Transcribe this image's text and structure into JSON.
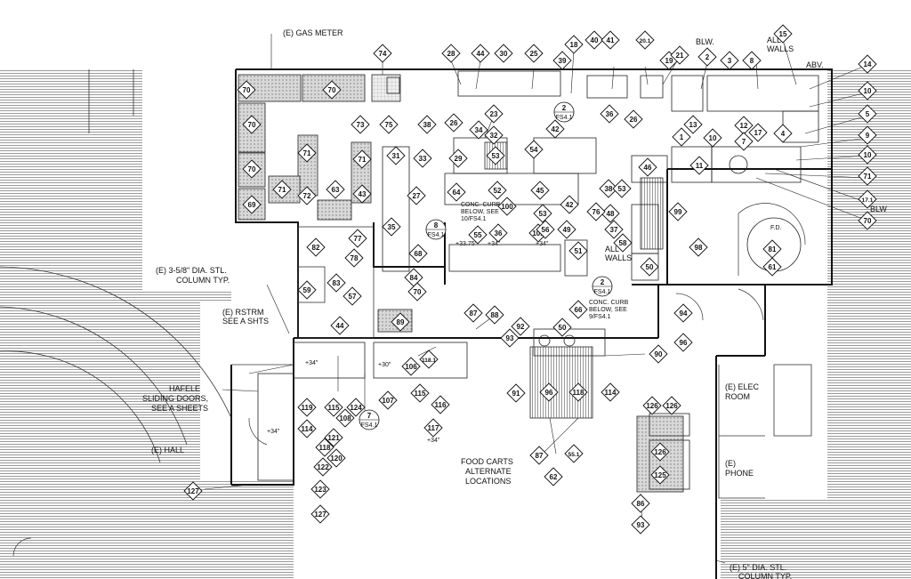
{
  "notes": {
    "gas_meter": "(E) GAS METER",
    "blw_top": "BLW.",
    "all_walls_top": "ALL",
    "all_walls_top2": "WALLS",
    "abv_top_right": "ABV.",
    "column_1": "(E) 3-5/8\" DIA. STL.",
    "column_2": "COLUMN TYP.",
    "rstrm_1": "(E) RSTRM",
    "rstrm_2": "SEE A SHTS",
    "hafele_1": "HAFELE",
    "hafele_2": "SLIDING DOORS,",
    "hafele_3": "SEE A SHEETS",
    "hall": "(E) HALL",
    "curb_a_1": "CONC. CURB",
    "curb_a_2": "BELOW, SEE",
    "curb_a_3": "10/FS4.1",
    "curb_b_1": "CONC. CURB",
    "curb_b_2": "BELOW, SEE",
    "curb_b_3": "9/FS4.1",
    "carts_1": "FOOD CARTS",
    "carts_2": "ALTERNATE",
    "carts_3": "LOCATIONS",
    "elec_1": "(E) ELEC",
    "elec_2": "ROOM",
    "phone_1": "(E)",
    "phone_2": "PHONE",
    "column5_1": "(E) 5\" DIA. STL.",
    "column5_2": "COLUMN TYP.",
    "all_walls_mid": "ALL",
    "all_walls_mid2": "WALLS",
    "blw_mid": "BLW",
    "fd": "F.D."
  },
  "tags": [
    "74",
    "28",
    "44",
    "30",
    "25",
    "18",
    "40",
    "41",
    "20.1",
    "19",
    "21",
    "2",
    "3",
    "8",
    "15",
    "14",
    "10",
    "73",
    "75",
    "38",
    "26",
    "23",
    "34",
    "32",
    "42",
    "39",
    "36",
    "26",
    "1",
    "13",
    "10",
    "11",
    "12",
    "7",
    "17",
    "4",
    "5",
    "9",
    "10",
    "71",
    "17.1",
    "70",
    "70",
    "70",
    "70",
    "70",
    "69",
    "71",
    "71",
    "71",
    "72",
    "63",
    "43",
    "31",
    "33",
    "29",
    "53",
    "54",
    "27",
    "35",
    "64",
    "52",
    "45",
    "38",
    "53",
    "46",
    "48",
    "76",
    "37",
    "42",
    "53",
    "100",
    "101",
    "99",
    "98",
    "81",
    "61",
    "82",
    "77",
    "78",
    "83",
    "59",
    "57",
    "55",
    "36",
    "56",
    "49",
    "51",
    "58",
    "50",
    "68",
    "84",
    "70",
    "44",
    "89",
    "87",
    "88",
    "92",
    "93",
    "50",
    "87",
    "94",
    "96",
    "90",
    "91",
    "96",
    "118",
    "114",
    "119",
    "115",
    "124",
    "108",
    "107",
    "106",
    "118.1",
    "115",
    "116",
    "117",
    "121",
    "114",
    "118",
    "120",
    "122",
    "123",
    "127",
    "127",
    "126",
    "126",
    "126",
    "125",
    "86",
    "93",
    "55.1",
    "62",
    "66"
  ],
  "sheet_refs": {
    "r1_num": "2",
    "r1_sheet": "FS4.1",
    "r2_num": "8",
    "r2_sheet": "FS4.1",
    "r3_num": "2",
    "r3_sheet": "FS4.1",
    "r4_num": "7",
    "r4_sheet": "FS4.1"
  },
  "dims": [
    "+33.75\"",
    "+34\"",
    "+34\"",
    "+34\"",
    "+30\"",
    "+34\"",
    "+34\""
  ]
}
